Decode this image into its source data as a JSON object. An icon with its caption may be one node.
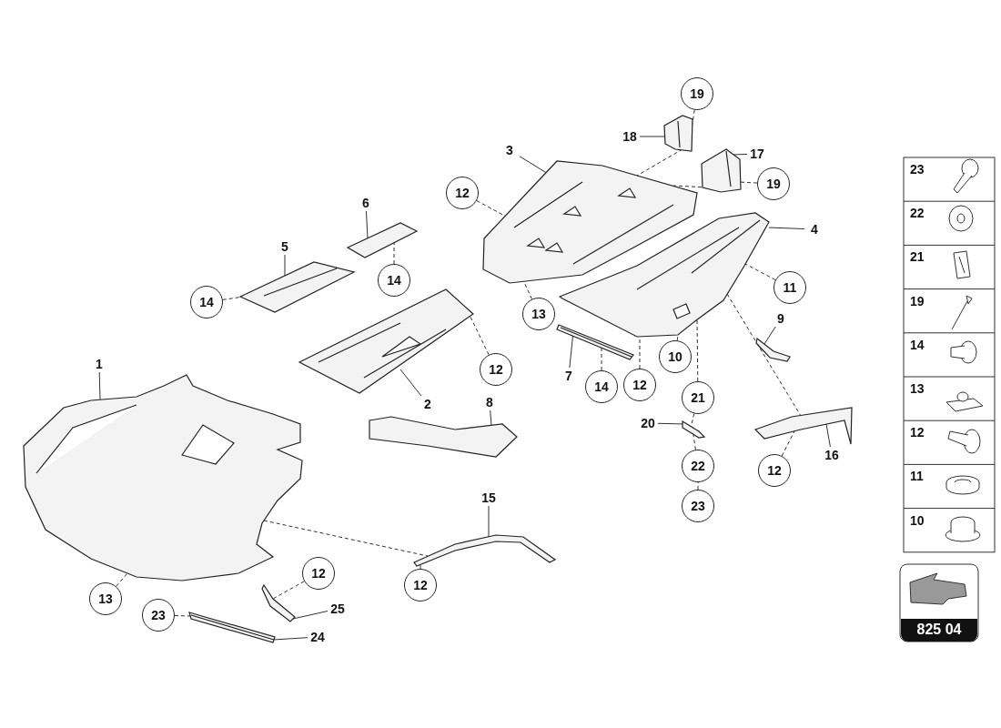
{
  "diagram": {
    "nodes": [
      {
        "text": [
          "19"
        ]
      },
      {
        "text": [
          "18"
        ]
      },
      {
        "text": [
          "17"
        ]
      },
      {
        "text": [
          "19"
        ]
      },
      {
        "text": [
          "12"
        ]
      },
      {
        "text": [
          "3"
        ]
      },
      {
        "text": [
          "6"
        ]
      },
      {
        "text": [
          "4"
        ]
      },
      {
        "text": [
          "5"
        ]
      },
      {
        "text": [
          "14"
        ]
      },
      {
        "text": [
          "11"
        ]
      },
      {
        "text": [
          "14"
        ]
      },
      {
        "text": [
          "13"
        ]
      },
      {
        "text": [
          "9"
        ]
      },
      {
        "text": [
          "10"
        ]
      },
      {
        "text": [
          "1"
        ]
      },
      {
        "text": [
          "12"
        ]
      },
      {
        "text": [
          "2"
        ]
      },
      {
        "text": [
          "7"
        ]
      },
      {
        "text": [
          "14"
        ]
      },
      {
        "text": [
          "12"
        ]
      },
      {
        "text": [
          "21"
        ]
      },
      {
        "text": [
          "8"
        ]
      },
      {
        "text": [
          "20"
        ]
      },
      {
        "text": [
          "16"
        ]
      },
      {
        "text": [
          "22"
        ]
      },
      {
        "text": [
          "12"
        ]
      },
      {
        "text": [
          "15"
        ]
      },
      {
        "text": [
          "23"
        ]
      },
      {
        "text": [
          "12"
        ]
      },
      {
        "text": [
          "12"
        ]
      },
      {
        "text": [
          "13"
        ]
      },
      {
        "text": [
          "25"
        ]
      },
      {
        "text": [
          "23"
        ]
      },
      {
        "text": [
          "24"
        ]
      },
      {
        "text": [],
        "shape": "picture"
      },
      {
        "text": [],
        "shape": "picture"
      },
      {
        "text": [],
        "shape": "picture"
      },
      {
        "text": [],
        "shape": "picture"
      },
      {
        "text": [],
        "shape": "picture"
      },
      {
        "text": [],
        "shape": "picture"
      },
      {
        "text": [],
        "shape": "picture"
      },
      {
        "text": [],
        "shape": "picture"
      },
      {
        "text": [],
        "shape": "picture"
      },
      {
        "text": [],
        "shape": "picture"
      },
      {
        "text": [],
        "shape": "picture"
      },
      {
        "text": [],
        "shape": "picture"
      },
      {
        "text": [],
        "shape": "picture"
      },
      {
        "text": [],
        "shape": "picture"
      },
      {
        "text": [],
        "shape": "picture"
      },
      {
        "text": [],
        "shape": "picture"
      }
    ],
    "edges": [
      {
        "from": 0,
        "to": 35,
        "arrow": "none",
        "style": "dashed"
      },
      {
        "from": 1,
        "to": 35,
        "arrow": "none"
      },
      {
        "from": 2,
        "to": 36,
        "arrow": "none"
      },
      {
        "from": 3,
        "to": 36,
        "arrow": "none",
        "style": "dashed"
      },
      {
        "from": 4,
        "to": 37,
        "arrow": "none",
        "style": "dashed"
      },
      {
        "from": 5,
        "to": 37,
        "arrow": "none"
      },
      {
        "from": 6,
        "to": 38,
        "arrow": "none"
      },
      {
        "from": 7,
        "to": 39,
        "arrow": "none"
      },
      {
        "from": 8,
        "to": 40,
        "arrow": "none"
      },
      {
        "from": 9,
        "to": 38,
        "arrow": "none",
        "style": "dashed"
      },
      {
        "from": 10,
        "to": 39,
        "arrow": "none",
        "style": "dashed"
      },
      {
        "from": 11,
        "to": 40,
        "arrow": "none",
        "style": "dashed"
      },
      {
        "from": 12,
        "to": 37,
        "arrow": "none",
        "style": "dashed"
      },
      {
        "from": 13,
        "to": 43,
        "arrow": "none"
      },
      {
        "from": 14,
        "to": 39,
        "arrow": "none",
        "style": "dashed"
      },
      {
        "from": 15,
        "to": 44,
        "arrow": "none"
      },
      {
        "from": 16,
        "to": 41,
        "arrow": "none",
        "style": "dashed"
      },
      {
        "from": 17,
        "to": 41,
        "arrow": "none"
      },
      {
        "from": 18,
        "to": 42,
        "arrow": "none"
      },
      {
        "from": 19,
        "to": 42,
        "arrow": "none",
        "style": "dashed"
      },
      {
        "from": 20,
        "to": 39,
        "arrow": "none",
        "style": "dashed"
      },
      {
        "from": 21,
        "to": 39,
        "arrow": "none",
        "style": "dashed"
      },
      {
        "from": 21,
        "to": 46,
        "arrow": "none",
        "style": "dashed"
      },
      {
        "from": 22,
        "to": 45,
        "arrow": "none"
      },
      {
        "from": 23,
        "to": 46,
        "arrow": "none"
      },
      {
        "from": 24,
        "to": 47,
        "arrow": "none"
      },
      {
        "from": 25,
        "to": 46,
        "arrow": "none",
        "style": "dashed"
      },
      {
        "from": 26,
        "to": 47,
        "arrow": "none",
        "style": "dashed"
      },
      {
        "from": 27,
        "to": 48,
        "arrow": "none"
      },
      {
        "from": 28,
        "to": 25,
        "arrow": "none",
        "style": "dashed"
      },
      {
        "from": 29,
        "to": 49,
        "arrow": "none",
        "style": "dashed"
      },
      {
        "from": 30,
        "to": 48,
        "arrow": "none",
        "style": "dashed"
      },
      {
        "from": 31,
        "to": 44,
        "arrow": "none",
        "style": "dashed"
      },
      {
        "from": 32,
        "to": 49,
        "arrow": "none"
      },
      {
        "from": 33,
        "to": 50,
        "arrow": "none",
        "style": "dashed"
      },
      {
        "from": 34,
        "to": 50,
        "arrow": "none"
      },
      {
        "from": 35,
        "to": 37,
        "arrow": "none",
        "style": "dashed"
      },
      {
        "from": 36,
        "to": 37,
        "arrow": "none",
        "style": "dashed"
      },
      {
        "from": 39,
        "to": 47,
        "arrow": "none",
        "style": "dashed"
      },
      {
        "from": 44,
        "to": 48,
        "arrow": "none",
        "style": "dashed"
      }
    ],
    "labels": [
      "23",
      "22",
      "21",
      "19",
      "14",
      "13",
      "12",
      "11",
      "10",
      "825 04"
    ]
  }
}
